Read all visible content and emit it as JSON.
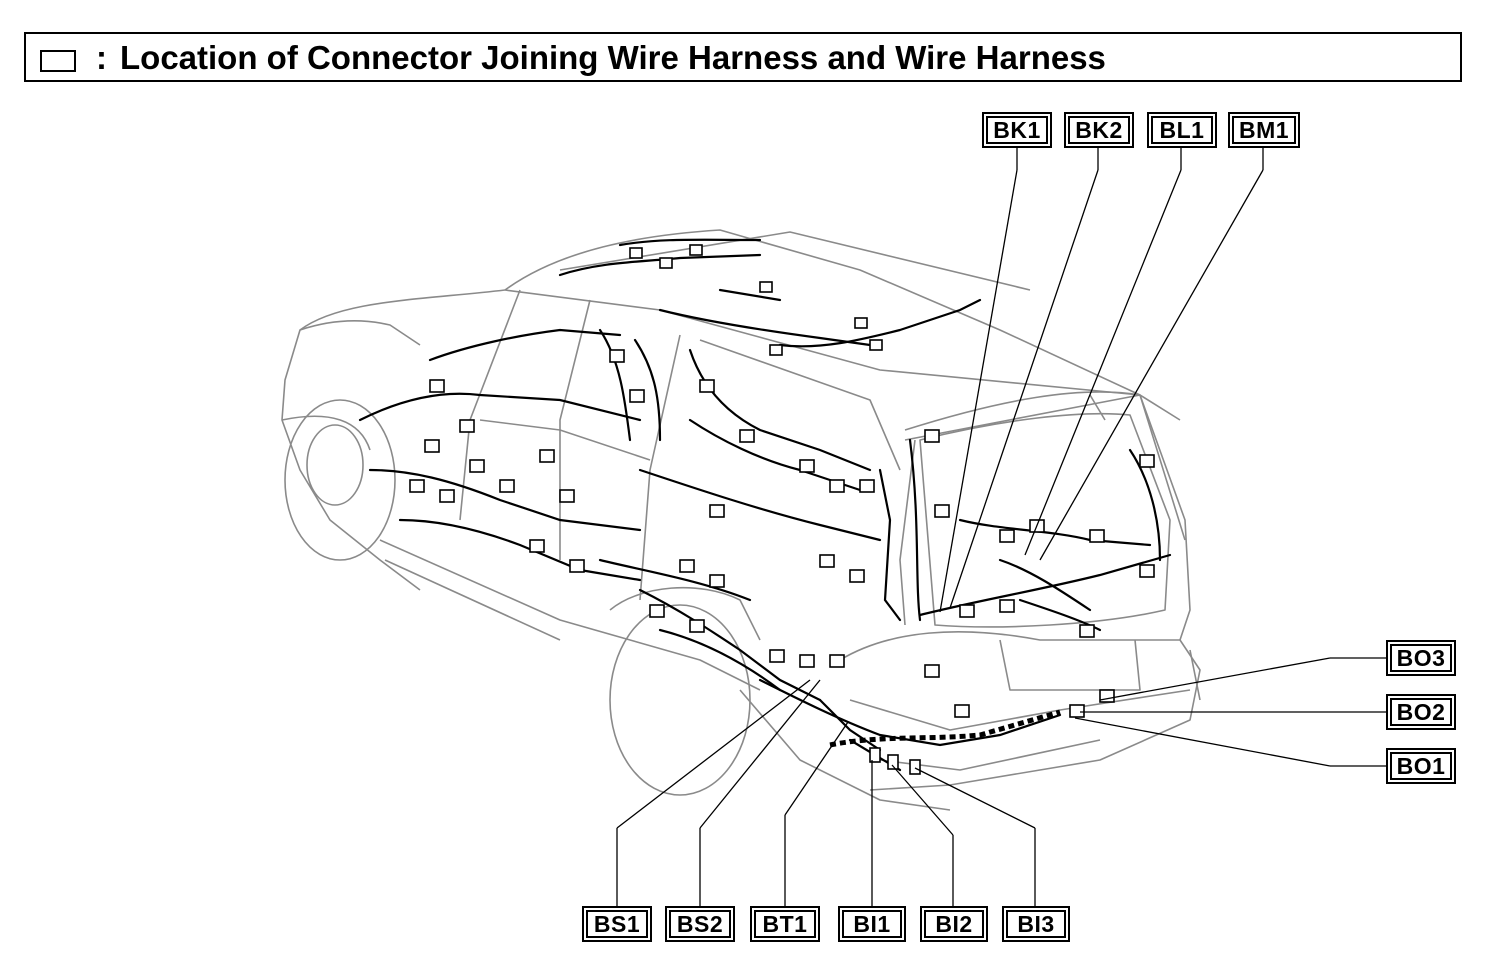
{
  "header": {
    "title": "Location of Connector Joining Wire Harness and Wire Harness",
    "box_symbol": "box-icon"
  },
  "callouts": {
    "BK1": "BK1",
    "BK2": "BK2",
    "BL1": "BL1",
    "BM1": "BM1",
    "BO3": "BO3",
    "BO2": "BO2",
    "BO1": "BO1",
    "BS1": "BS1",
    "BS2": "BS2",
    "BT1": "BT1",
    "BI1": "BI1",
    "BI2": "BI2",
    "BI3": "BI3"
  },
  "colors": {
    "ink": "#000000",
    "background": "#ffffff",
    "vehicle_outline": "#8a8a8a"
  }
}
